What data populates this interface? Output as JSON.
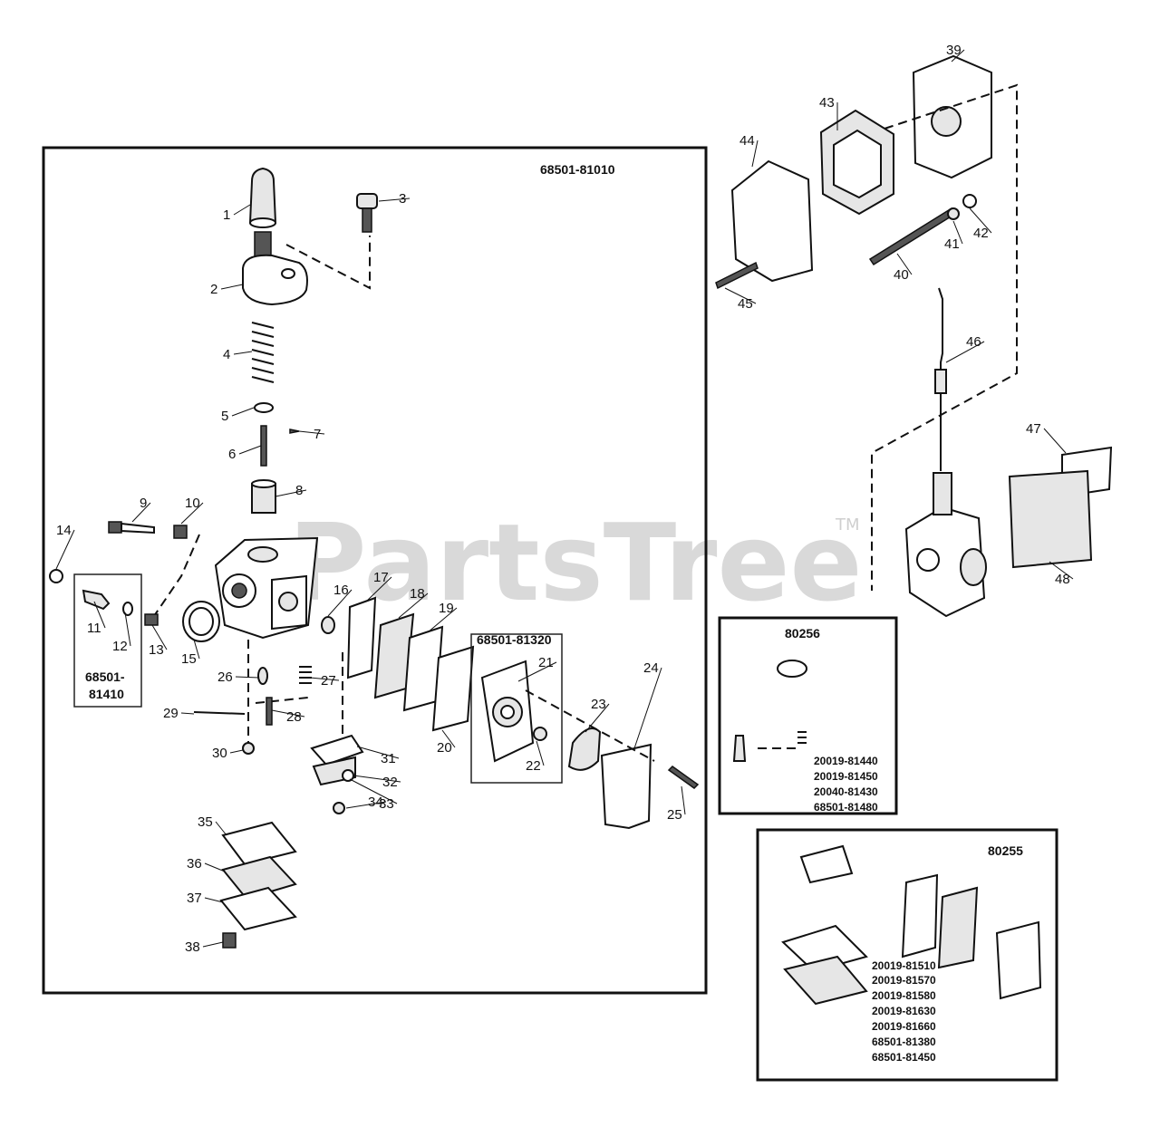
{
  "watermark": "PartsTree",
  "trademark": "TM",
  "main_assembly": {
    "kit_number": "68501-81010"
  },
  "sub_kits": {
    "needle_kit": {
      "line1": "68501-",
      "line2": "81410"
    },
    "pump_kit": {
      "kit_number": "68501-81320"
    }
  },
  "callouts": [
    "1",
    "2",
    "3",
    "4",
    "5",
    "6",
    "7",
    "8",
    "9",
    "10",
    "11",
    "12",
    "13",
    "14",
    "15",
    "16",
    "17",
    "18",
    "19",
    "20",
    "21",
    "22",
    "23",
    "24",
    "25",
    "26",
    "27",
    "28",
    "29",
    "30",
    "31",
    "32",
    "33",
    "34",
    "35",
    "36",
    "37",
    "38",
    "39",
    "40",
    "41",
    "42",
    "43",
    "44",
    "45",
    "46",
    "47",
    "48"
  ],
  "kit_80256": {
    "title": "80256",
    "parts": [
      "20019-81440",
      "20019-81450",
      "20040-81430",
      "68501-81480"
    ]
  },
  "kit_80255": {
    "title": "80255",
    "parts": [
      "20019-81510",
      "20019-81570",
      "20019-81580",
      "20019-81630",
      "20019-81660",
      "68501-81380",
      "68501-81450"
    ]
  }
}
